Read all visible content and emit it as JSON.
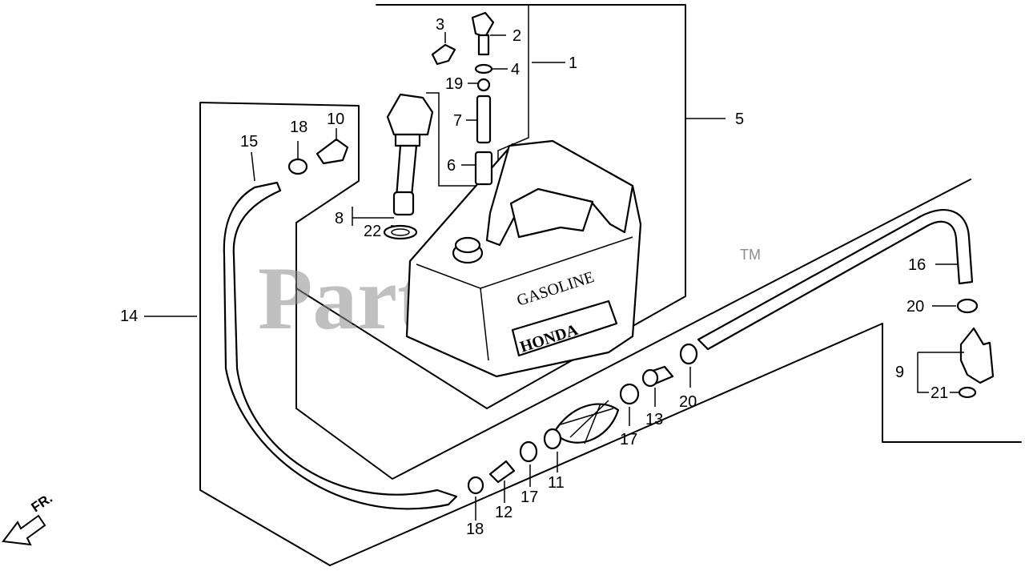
{
  "watermark": {
    "text": "PartsTree",
    "trademark": "TM"
  },
  "tank_markings": {
    "gasoline": "GASOLINE",
    "brand": "HONDA"
  },
  "direction_marker": {
    "text": "FR.",
    "icon": "arrow-down-left-icon"
  },
  "callouts": [
    {
      "id": "c3",
      "text": "3"
    },
    {
      "id": "c2",
      "text": "2"
    },
    {
      "id": "c4",
      "text": "4"
    },
    {
      "id": "c1",
      "text": "1"
    },
    {
      "id": "c19",
      "text": "19"
    },
    {
      "id": "c7",
      "text": "7"
    },
    {
      "id": "c6",
      "text": "6"
    },
    {
      "id": "c5",
      "text": "5"
    },
    {
      "id": "c18a",
      "text": "18"
    },
    {
      "id": "c10",
      "text": "10"
    },
    {
      "id": "c15",
      "text": "15"
    },
    {
      "id": "c8",
      "text": "8"
    },
    {
      "id": "c22",
      "text": "22"
    },
    {
      "id": "c14",
      "text": "14"
    },
    {
      "id": "c16",
      "text": "16"
    },
    {
      "id": "c20a",
      "text": "20"
    },
    {
      "id": "c9",
      "text": "9"
    },
    {
      "id": "c21",
      "text": "21"
    },
    {
      "id": "c20b",
      "text": "20"
    },
    {
      "id": "c13",
      "text": "13"
    },
    {
      "id": "c17a",
      "text": "17"
    },
    {
      "id": "c11",
      "text": "11"
    },
    {
      "id": "c17b",
      "text": "17"
    },
    {
      "id": "c12",
      "text": "12"
    },
    {
      "id": "c18b",
      "text": "18"
    }
  ]
}
